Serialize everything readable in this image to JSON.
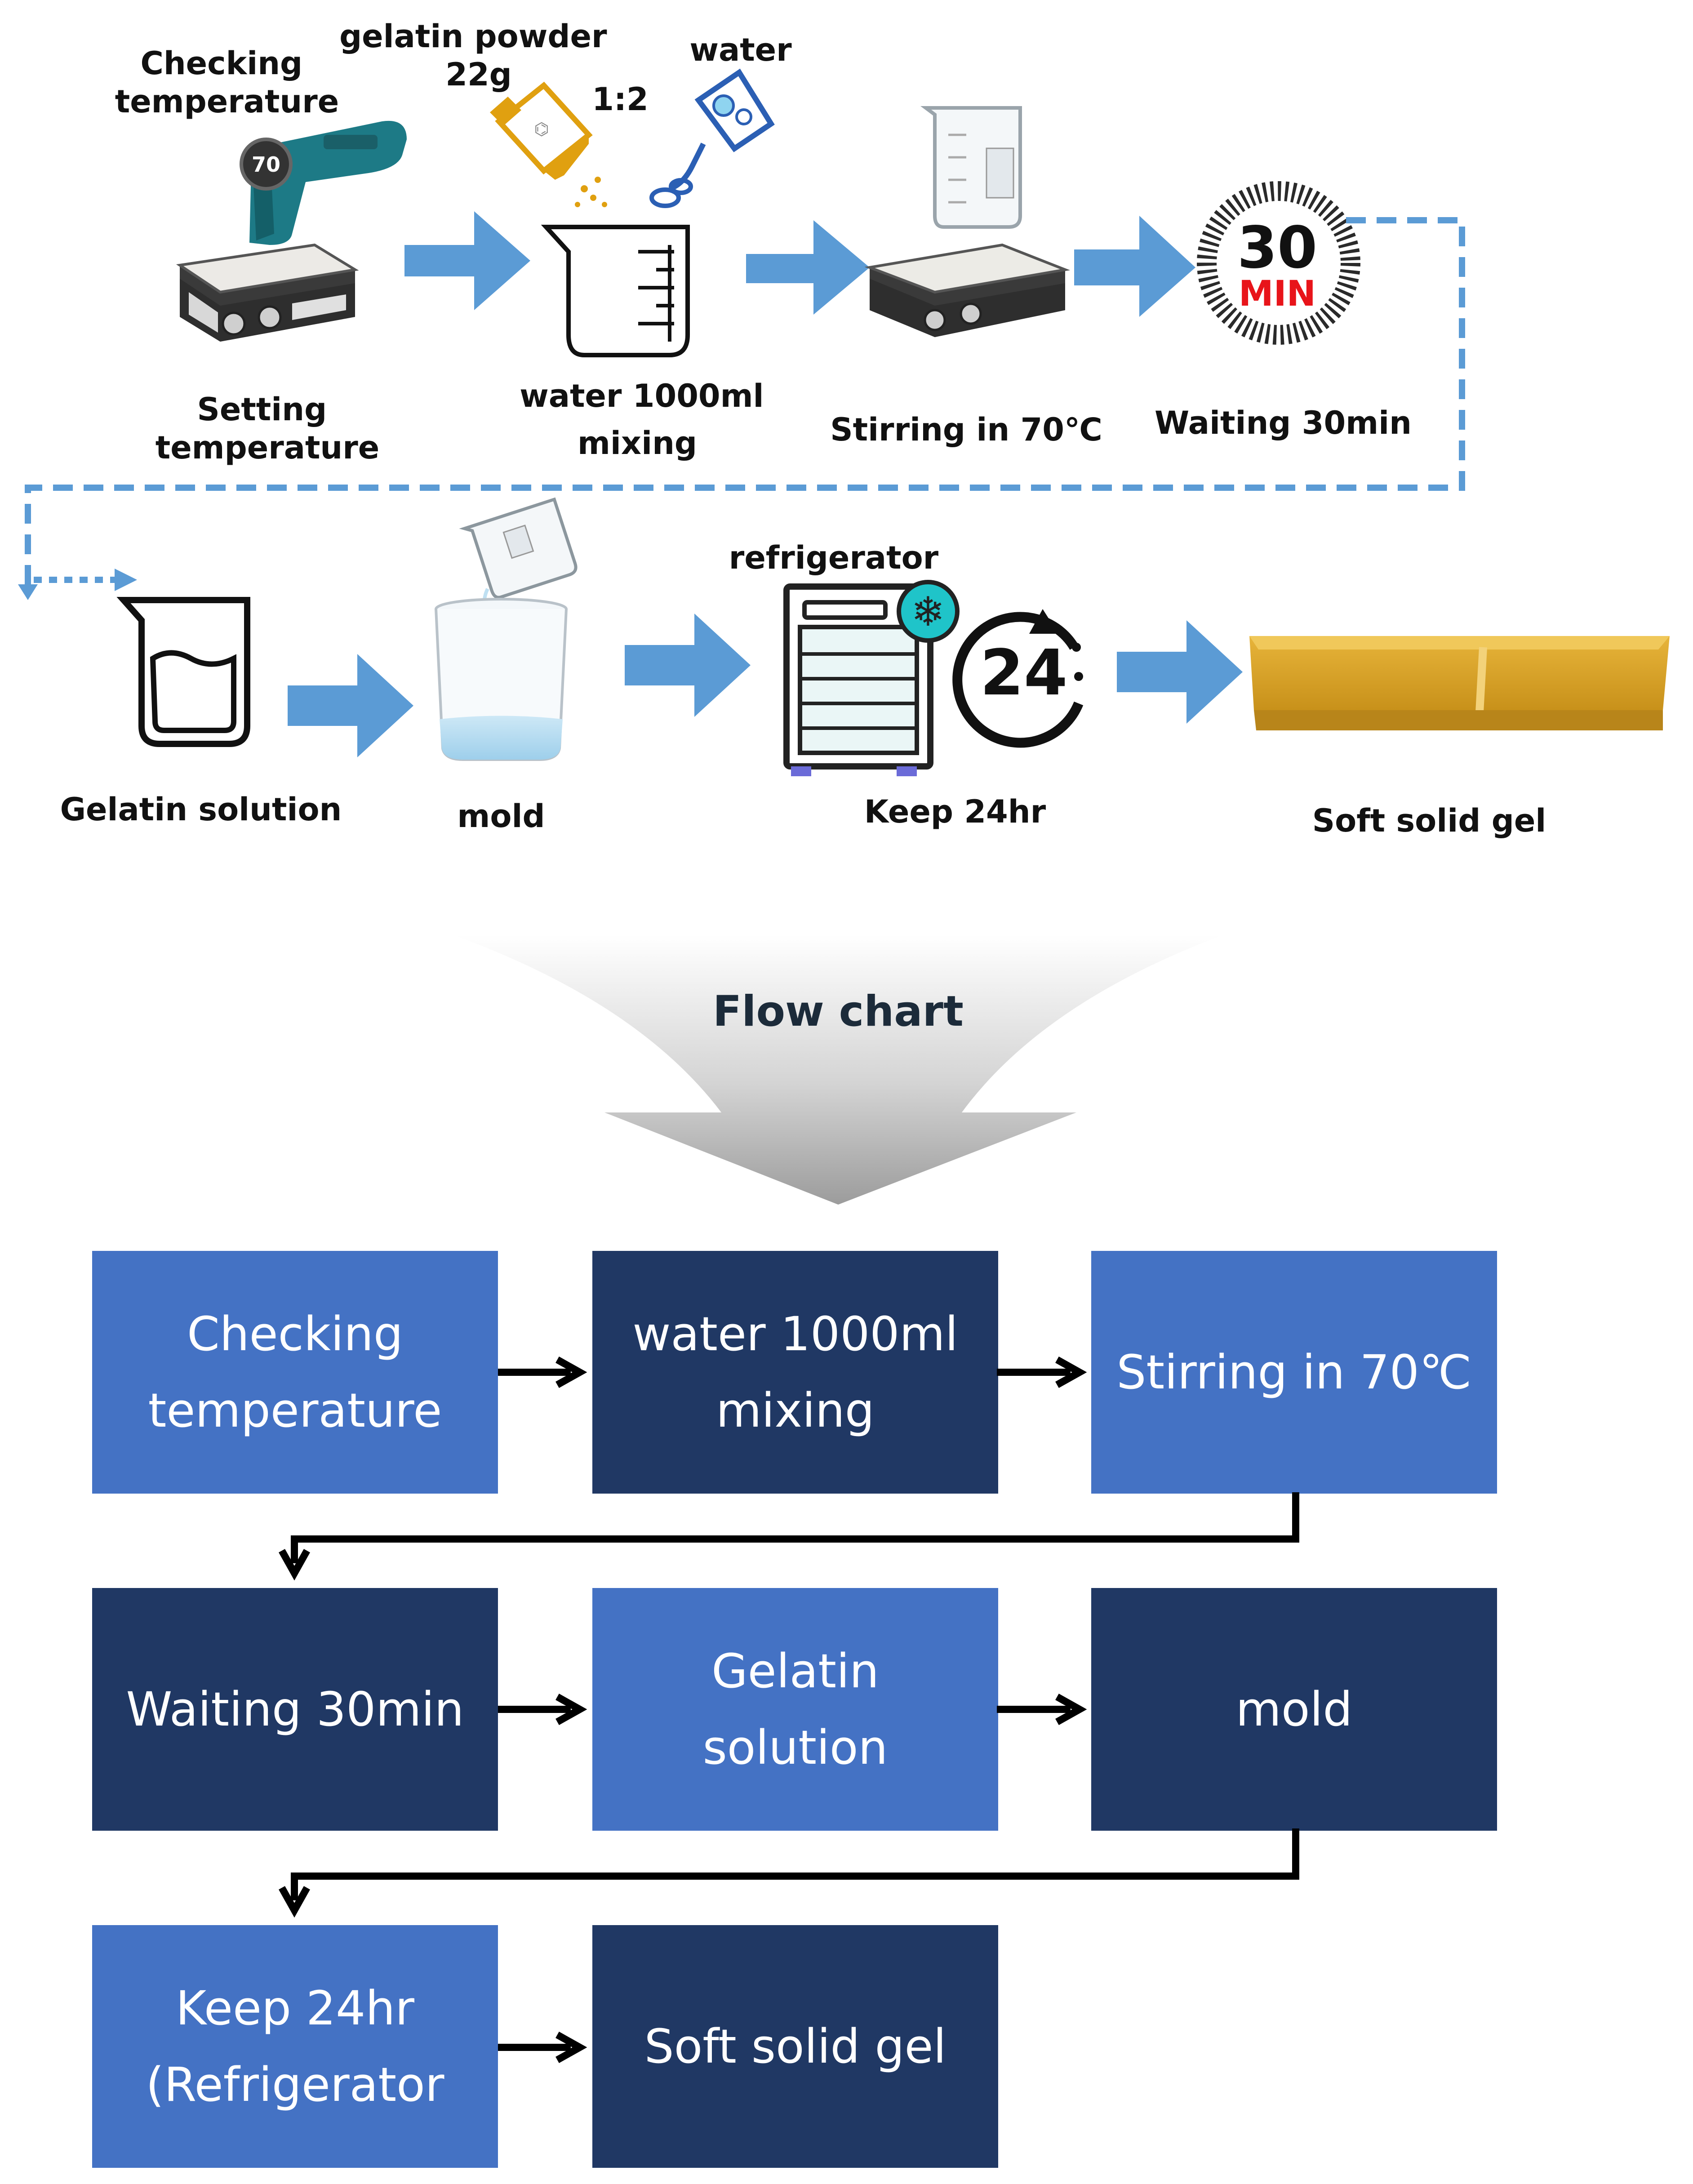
{
  "colors": {
    "box_light": "#4472C4",
    "box_dark": "#203864",
    "arrow_blue": "#5B9BD5",
    "dash_blue": "#5B9BD5",
    "gel": "#D9A520",
    "timer_red": "#E8141A"
  },
  "icons": [
    "thermometer-gun-icon",
    "hot-plate-icon",
    "powder-bottle-icon",
    "wash-bottle-icon",
    "measuring-beaker-icon",
    "beaker-on-hotplate-icon",
    "stopwatch-icon",
    "solution-beaker-icon",
    "pouring-beaker-icon",
    "refrigerator-icon",
    "snowflake-icon",
    "24-hour-icon",
    "gel-slab-icon"
  ],
  "process": {
    "checking_temp": [
      "Checking",
      "temperature"
    ],
    "thermo_reading": "70",
    "setting_temp": [
      "Setting",
      "temperature"
    ],
    "gelatin_powder": [
      "gelatin powder",
      "22g"
    ],
    "ratio": "1:2",
    "water": "water",
    "water_mixing": [
      "water 1000ml",
      "mixing"
    ],
    "stirring": "Stirring in 70℃",
    "timer_num": "30",
    "timer_unit": "MIN",
    "waiting": "Waiting 30min",
    "gelatin_solution": "Gelatin solution",
    "mold": "mold",
    "refrigerator": "refrigerator",
    "keep_num": "24",
    "keep": "Keep 24hr",
    "soft_gel": "Soft solid gel"
  },
  "banner": {
    "title": "Flow chart"
  },
  "flow": {
    "boxes": [
      {
        "lines": [
          "Checking",
          "temperature"
        ],
        "tone": "light"
      },
      {
        "lines": [
          "water 1000ml",
          "mixing"
        ],
        "tone": "dark"
      },
      {
        "lines": [
          "Stirring in 70℃"
        ],
        "tone": "light"
      },
      {
        "lines": [
          "Waiting 30min"
        ],
        "tone": "dark"
      },
      {
        "lines": [
          "Gelatin",
          "solution"
        ],
        "tone": "light"
      },
      {
        "lines": [
          "mold"
        ],
        "tone": "dark"
      },
      {
        "lines": [
          "Keep 24hr",
          "(Refrigerator"
        ],
        "tone": "light"
      },
      {
        "lines": [
          "Soft solid gel"
        ],
        "tone": "dark"
      }
    ]
  }
}
